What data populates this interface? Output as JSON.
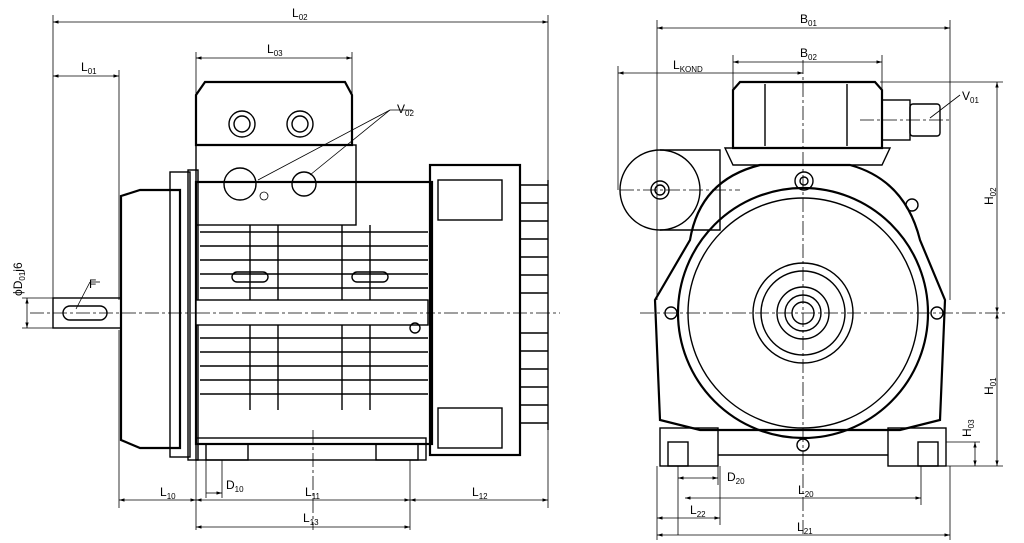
{
  "labels": {
    "L02": [
      "L",
      "02"
    ],
    "L01": [
      "L",
      "01"
    ],
    "L03": [
      "L",
      "03"
    ],
    "V02": [
      "V",
      "02"
    ],
    "D01": [
      "ϕD",
      "01",
      "j6"
    ],
    "F": [
      "F",
      ""
    ],
    "L10": [
      "L",
      "10"
    ],
    "D10": [
      "D",
      "10"
    ],
    "L11": [
      "L",
      "11"
    ],
    "L12": [
      "L",
      "12"
    ],
    "L13": [
      "L",
      "13"
    ],
    "B01": [
      "B",
      "01"
    ],
    "B02": [
      "B",
      "02"
    ],
    "LKOND": [
      "L",
      "KOND"
    ],
    "V01": [
      "V",
      "01"
    ],
    "H02": [
      "H",
      "02"
    ],
    "H01": [
      "H",
      "01"
    ],
    "H03": [
      "H",
      "03"
    ],
    "D20": [
      "D",
      "20"
    ],
    "L20": [
      "L",
      "20"
    ],
    "L22": [
      "L",
      "22"
    ],
    "L21": [
      "L",
      "21"
    ]
  },
  "colors": {
    "line": "#000000",
    "background": "#ffffff"
  }
}
